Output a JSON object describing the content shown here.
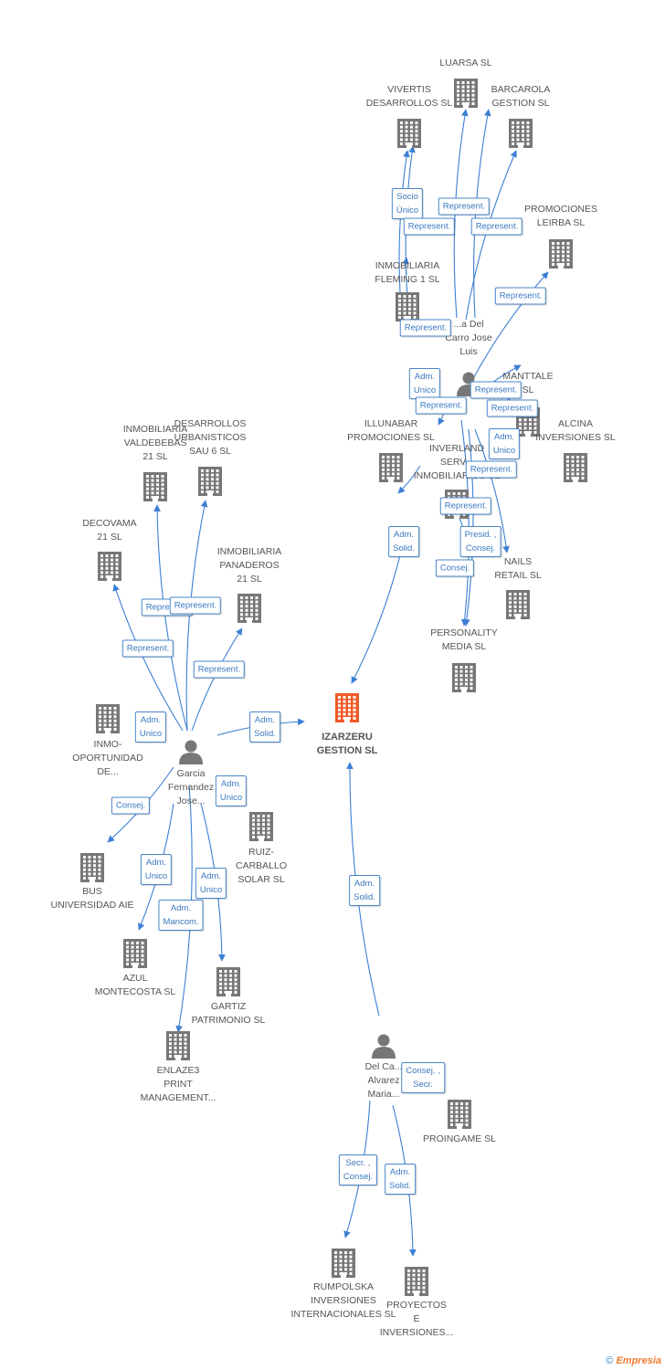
{
  "colors": {
    "edge": "#3b7fd4",
    "building": "#777777",
    "main_building": "#f05a28",
    "person": "#777777",
    "label_text": "#555555",
    "badge_text": "#3b78bf"
  },
  "main": {
    "label": "IZARZERU\nGESTION SL",
    "icon": "building-icon-highlight"
  },
  "companies": [
    {
      "id": "luarsa",
      "label": "LUARSA SL"
    },
    {
      "id": "vivertis",
      "label": "VIVERTIS\nDESARROLLOS SL"
    },
    {
      "id": "barcarola",
      "label": "BARCAROLA\nGESTION SL"
    },
    {
      "id": "promleirba",
      "label": "PROMOCIONES\nLEIRBA SL"
    },
    {
      "id": "fleming",
      "label": "INMOBILIARIA\nFLEMING 1 SL"
    },
    {
      "id": "manttale",
      "label": "MANTTALE\nSL"
    },
    {
      "id": "illunabar",
      "label": "ILLUNABAR\nPROMOCIONES SL"
    },
    {
      "id": "inverland",
      "label": "INVERLAND\nSERV...\nINMOBILIARIOS SL"
    },
    {
      "id": "alcina",
      "label": "ALCINA\nINVERSIONES SL"
    },
    {
      "id": "nails",
      "label": "NAILS\nRETAIL SL"
    },
    {
      "id": "personality",
      "label": "PERSONALITY\nMEDIA SL"
    },
    {
      "id": "valdebebas",
      "label": "INMOBILIARIA\nVALDEBEBAS\n21 SL"
    },
    {
      "id": "desurb",
      "label": "DESARROLLOS\nURBANISTICOS\nSAU 6 SL"
    },
    {
      "id": "decovama",
      "label": "DECOVAMA\n21 SL"
    },
    {
      "id": "panaderos",
      "label": "INMOBILIARIA\nPANADEROS\n21 SL"
    },
    {
      "id": "inmoop",
      "label": "INMO-\nOPORTUNIDAD\nDE..."
    },
    {
      "id": "ruiz",
      "label": "RUIZ-\nCARBALLO\nSOLAR SL"
    },
    {
      "id": "bus",
      "label": "BUS\nUNIVERSIDAD AIE"
    },
    {
      "id": "azul",
      "label": "AZUL\nMONTECOSTA SL"
    },
    {
      "id": "gartiz",
      "label": "GARTIZ\nPATRIMONIO SL"
    },
    {
      "id": "enlaze",
      "label": "ENLAZE3\nPRINT\nMANAGEMENT..."
    },
    {
      "id": "proingame",
      "label": "PROINGAME SL"
    },
    {
      "id": "rumpolska",
      "label": "RUMPOLSKA\nINVERSIONES\nINTERNACIONALES SL"
    },
    {
      "id": "proyectos",
      "label": "PROYECTOS\nE\nINVERSIONES..."
    }
  ],
  "persons": [
    {
      "id": "p_top",
      "label": "...a Del\nCarro Jose\nLuis"
    },
    {
      "id": "p_left",
      "label": "Garcia\nFernandez\nJose..."
    },
    {
      "id": "p_bottom",
      "label": "Del Ca...\nAlvarez\nMaria..."
    }
  ],
  "relations": [
    {
      "id": "r1",
      "label": "Socio\nÚnico"
    },
    {
      "id": "r2",
      "label": "Represent."
    },
    {
      "id": "r3",
      "label": "Represent."
    },
    {
      "id": "r4",
      "label": "Represent."
    },
    {
      "id": "r5",
      "label": "Represent."
    },
    {
      "id": "r6",
      "label": "Represent."
    },
    {
      "id": "r7",
      "label": "Adm.\nUnico"
    },
    {
      "id": "r8",
      "label": "Represent."
    },
    {
      "id": "r9",
      "label": "Represent."
    },
    {
      "id": "r10",
      "label": "Represent."
    },
    {
      "id": "r11",
      "label": "Adm.\nUnico"
    },
    {
      "id": "r12",
      "label": "Represent."
    },
    {
      "id": "r13",
      "label": "Represent."
    },
    {
      "id": "r14",
      "label": "Adm.\nSolid."
    },
    {
      "id": "r15",
      "label": "Presid. ,\nConsej."
    },
    {
      "id": "r16",
      "label": "Consej."
    },
    {
      "id": "r17",
      "label": "Represent."
    },
    {
      "id": "r18",
      "label": "Represent."
    },
    {
      "id": "r19",
      "label": "Represent."
    },
    {
      "id": "r20",
      "label": "Represent."
    },
    {
      "id": "r21",
      "label": "Adm.\nUnico"
    },
    {
      "id": "r22",
      "label": "Adm.\nSolid."
    },
    {
      "id": "r23",
      "label": "Adm.\nUnico"
    },
    {
      "id": "r24",
      "label": "Consej."
    },
    {
      "id": "r25",
      "label": "Adm.\nUnico"
    },
    {
      "id": "r26",
      "label": "Adm.\nUnico"
    },
    {
      "id": "r27",
      "label": "Adm.\nMancom."
    },
    {
      "id": "r28",
      "label": "Adm.\nSolid."
    },
    {
      "id": "r29",
      "label": "Consej. ,\nSecr."
    },
    {
      "id": "r30",
      "label": "Secr. ,\nConsej."
    },
    {
      "id": "r31",
      "label": "Adm.\nSolid."
    }
  ],
  "footer": {
    "copyright": "©",
    "brand": "Empresia"
  }
}
